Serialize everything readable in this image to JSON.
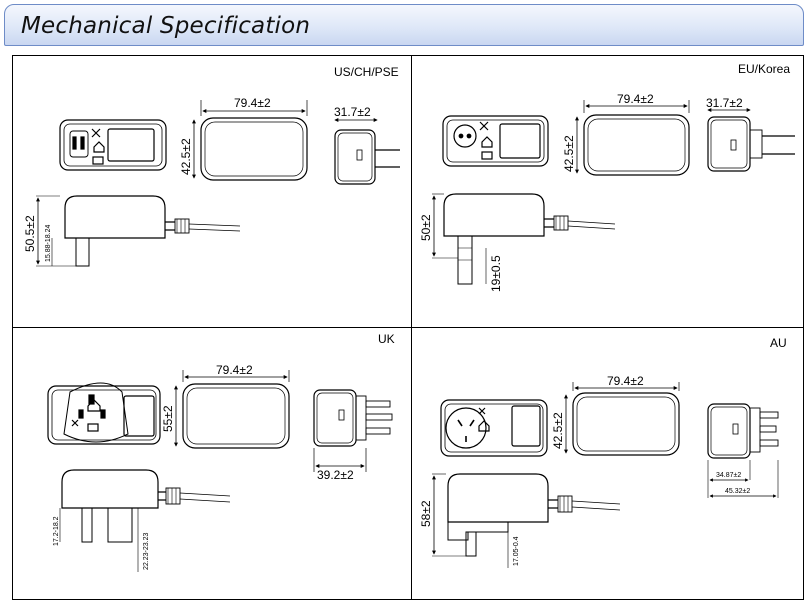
{
  "page_title": "Mechanical Specification",
  "panels": {
    "us": {
      "label": "US/CH/PSE",
      "width": "79.4±2",
      "height_front": "42.5±2",
      "depth": "31.7±2",
      "height_side": "50.5±2",
      "pin": "15.88-18.24"
    },
    "eu": {
      "label": "EU/Korea",
      "width": "79.4±2",
      "height_front": "42.5±2",
      "depth": "31.7±2",
      "height_side": "50±2",
      "pin": "19±0.5"
    },
    "uk": {
      "label": "UK",
      "width": "79.4±2",
      "height_front": "55±2",
      "depth": "39.2±2",
      "pin_a": "17.2-18.2",
      "pin_b": "22.23-23.23"
    },
    "au": {
      "label": "AU",
      "width": "79.4±2",
      "height_front": "42.5±2",
      "height_side": "58±2",
      "pin": "17.05-0.4",
      "depth_a": "34.87±2",
      "depth_b": "45.32±2"
    }
  }
}
